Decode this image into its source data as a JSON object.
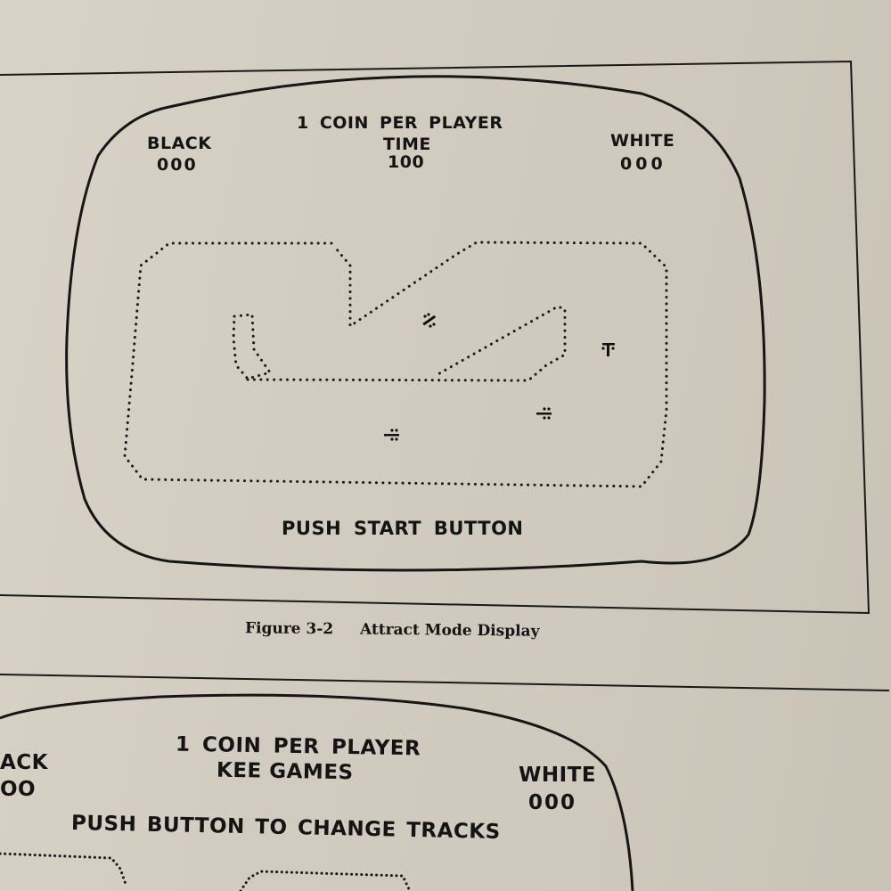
{
  "figure_top": {
    "header": {
      "coin_text": "1 COIN PER PLAYER",
      "left_player": {
        "label": "BLACK",
        "score": "000"
      },
      "center": {
        "label": "TIME",
        "value": "100"
      },
      "right_player": {
        "label": "WHITE",
        "score": "000"
      }
    },
    "footer_prompt": "PUSH START BUTTON",
    "track": "dotted race track outline",
    "cars": [
      {
        "name": "car-1",
        "orientation": "diagonal"
      },
      {
        "name": "car-2",
        "orientation": "down"
      },
      {
        "name": "car-3",
        "orientation": "left"
      },
      {
        "name": "car-4",
        "orientation": "left"
      }
    ]
  },
  "caption": {
    "number": "Figure 3-2",
    "title": "Attract Mode Display"
  },
  "figure_bottom": {
    "header": {
      "coin_text": "1 COIN PER PLAYER",
      "subtitle": "KEE GAMES",
      "left_player": {
        "label": "ACK",
        "score": "OO"
      },
      "right_player": {
        "label": "WHITE",
        "score": "000"
      }
    },
    "prompt": "PUSH BUTTON TO CHANGE TRACKS"
  },
  "colors": {
    "paper": "#d3cdc1",
    "ink": "#141414"
  }
}
